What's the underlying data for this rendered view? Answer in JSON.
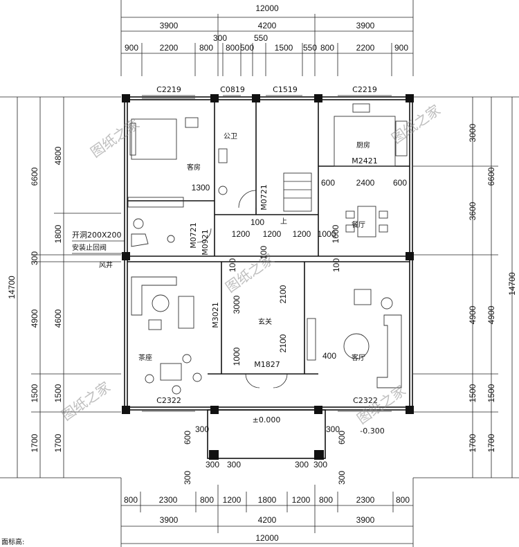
{
  "dimensions": {
    "top_total": "12000",
    "top_row2": [
      "3900",
      "4200",
      "3900"
    ],
    "top_row3": [
      "900",
      "2200",
      "800",
      "300",
      "800",
      "500",
      "550",
      "1500",
      "550",
      "800",
      "2200",
      "900"
    ],
    "bottom_row1": [
      "800",
      "2300",
      "800",
      "1200",
      "1800",
      "1200",
      "800",
      "2300",
      "800"
    ],
    "bottom_row2": [
      "3900",
      "4200",
      "3900"
    ],
    "bottom_total": "12000",
    "left_total": "14700",
    "left_outer": [
      "6600",
      "300",
      "4900",
      "1500",
      "1700"
    ],
    "left_inner": [
      "4800",
      "1800",
      "4600",
      "1500",
      "1700"
    ],
    "right_inner": [
      "3000",
      "3600",
      "100",
      "4900",
      "1500",
      "1700"
    ],
    "right_outer": [
      "6600",
      "14700",
      "4900",
      "1500",
      "1700"
    ],
    "interior": [
      "1300",
      "1200",
      "100",
      "1200",
      "1200",
      "1000",
      "600",
      "2400",
      "600",
      "1600",
      "100",
      "2100",
      "3000",
      "2100",
      "1000",
      "400",
      "300",
      "600",
      "300",
      "300",
      "300",
      "300",
      "300",
      "600",
      "300",
      "100",
      "300"
    ]
  },
  "windows": {
    "w1": "C2219",
    "w2": "C0819",
    "w3": "C1519",
    "w4": "C2219",
    "w5": "C2322",
    "w6": "C2322"
  },
  "doors": {
    "d1": "M2421",
    "d2": "M0721",
    "d3": "M0721",
    "d4": "M0921",
    "d5": "M3021",
    "d6": "M1827"
  },
  "rooms": {
    "bedroom": "客房",
    "toilet": "公卫",
    "kitchen": "厨房",
    "dining": "餐厅",
    "tearoom": "茶座",
    "foyer": "玄关",
    "living": "客厅",
    "shaft": "风井",
    "up": "上"
  },
  "notes": {
    "vent1": "开洞200X200",
    "vent2": "安装止回阀",
    "level0": "±0.000",
    "level1": "-0.300",
    "footer": "面标高:"
  },
  "watermark": "图纸之家"
}
